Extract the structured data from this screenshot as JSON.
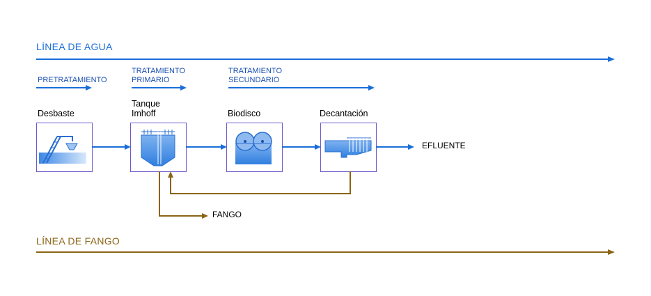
{
  "water_line_label": "LÍNEA DE AGUA",
  "sludge_line_label": "LÍNEA DE FANGO",
  "stages": {
    "pretreatment": "PRETRATAMIENTO",
    "primary": "TRATAMIENTO\nPRIMARIO",
    "secondary": "TRATAMIENTO\nSECUNDARIO"
  },
  "processes": [
    {
      "label": "Desbaste",
      "icon": "screening-icon"
    },
    {
      "label": "Tanque\nImhoff",
      "icon": "imhoff-tank-icon"
    },
    {
      "label": "Biodisco",
      "icon": "biodisc-icon"
    },
    {
      "label": "Decantación",
      "icon": "clarifier-icon"
    }
  ],
  "outputs": {
    "effluent": "EFLUENTE",
    "sludge": "FANGO"
  },
  "colors": {
    "water": "#1a6ed8",
    "sludge": "#8a6414",
    "box_border": "#6a5acd"
  }
}
